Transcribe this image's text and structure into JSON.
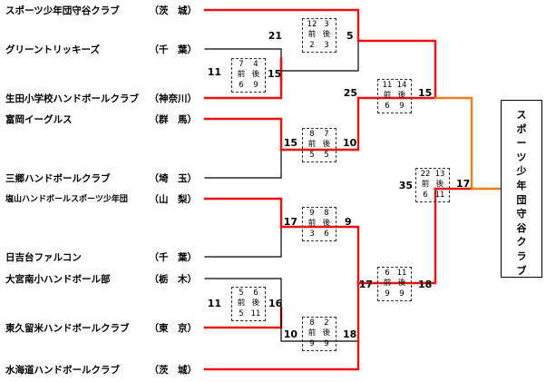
{
  "teams": [
    {
      "name": "スポーツ少年団守谷クラブ",
      "pref": "（茨　城）"
    },
    {
      "name": "グリーントリッキーズ",
      "pref": "（千　葉）"
    },
    {
      "name": "生田小学校ハンドボールクラブ",
      "pref": "（神奈川）"
    },
    {
      "name": "富岡イーグルス",
      "pref": "（群　馬）"
    },
    {
      "name": "三郷ハンドボールクラブ",
      "pref": "（埼　玉）"
    },
    {
      "name": "塩山ハンドボールスポーツ少年団",
      "pref": "（山　梨）"
    },
    {
      "name": "日吉台ファルコン",
      "pref": "（千　葉）"
    },
    {
      "name": "大宮南小ハンドボール部",
      "pref": "（栃　木）"
    },
    {
      "name": "東久留米ハンドボールクラブ",
      "pref": "（東　京）"
    },
    {
      "name": "水海道ハンドボールクラブ",
      "pref": "（茨　城）"
    }
  ],
  "half_labels": {
    "first": "前",
    "second": "後"
  },
  "matches": [
    {
      "id": "m1",
      "left": "11",
      "right": "15",
      "h1": [
        "7",
        "4"
      ],
      "h2": [
        "6",
        "9"
      ]
    },
    {
      "id": "m2",
      "left": "21",
      "right": "5",
      "h1": [
        "12",
        "3"
      ],
      "h2": [
        "2",
        "3"
      ]
    },
    {
      "id": "m3",
      "left": "15",
      "right": "10",
      "h1": [
        "8",
        "7"
      ],
      "h2": [
        "5",
        "5"
      ]
    },
    {
      "id": "m4",
      "left": "25",
      "right": "15",
      "h1": [
        "11",
        "14"
      ],
      "h2": [
        "6",
        "9"
      ]
    },
    {
      "id": "m5",
      "left": "17",
      "right": "9",
      "h1": [
        "9",
        "8"
      ],
      "h2": [
        "3",
        "6"
      ]
    },
    {
      "id": "m6",
      "left": "11",
      "right": "16",
      "h1": [
        "5",
        "6"
      ],
      "h2": [
        "5",
        "11"
      ]
    },
    {
      "id": "m7",
      "left": "10",
      "right": "18",
      "h1": [
        "8",
        "2"
      ],
      "h2": [
        "9",
        "9"
      ]
    },
    {
      "id": "m8",
      "left": "17",
      "right": "18",
      "h1": [
        "6",
        "11"
      ],
      "h2": [
        "9",
        "9"
      ]
    },
    {
      "id": "m9",
      "left": "35",
      "right": "17",
      "h1": [
        "22",
        "13"
      ],
      "h2": [
        "6",
        "11"
      ]
    }
  ],
  "champion": "スポーツ少年団守谷クラブ",
  "colors": {
    "win": "#ee1111",
    "lose": "#000000",
    "final": "#f07c1c"
  }
}
